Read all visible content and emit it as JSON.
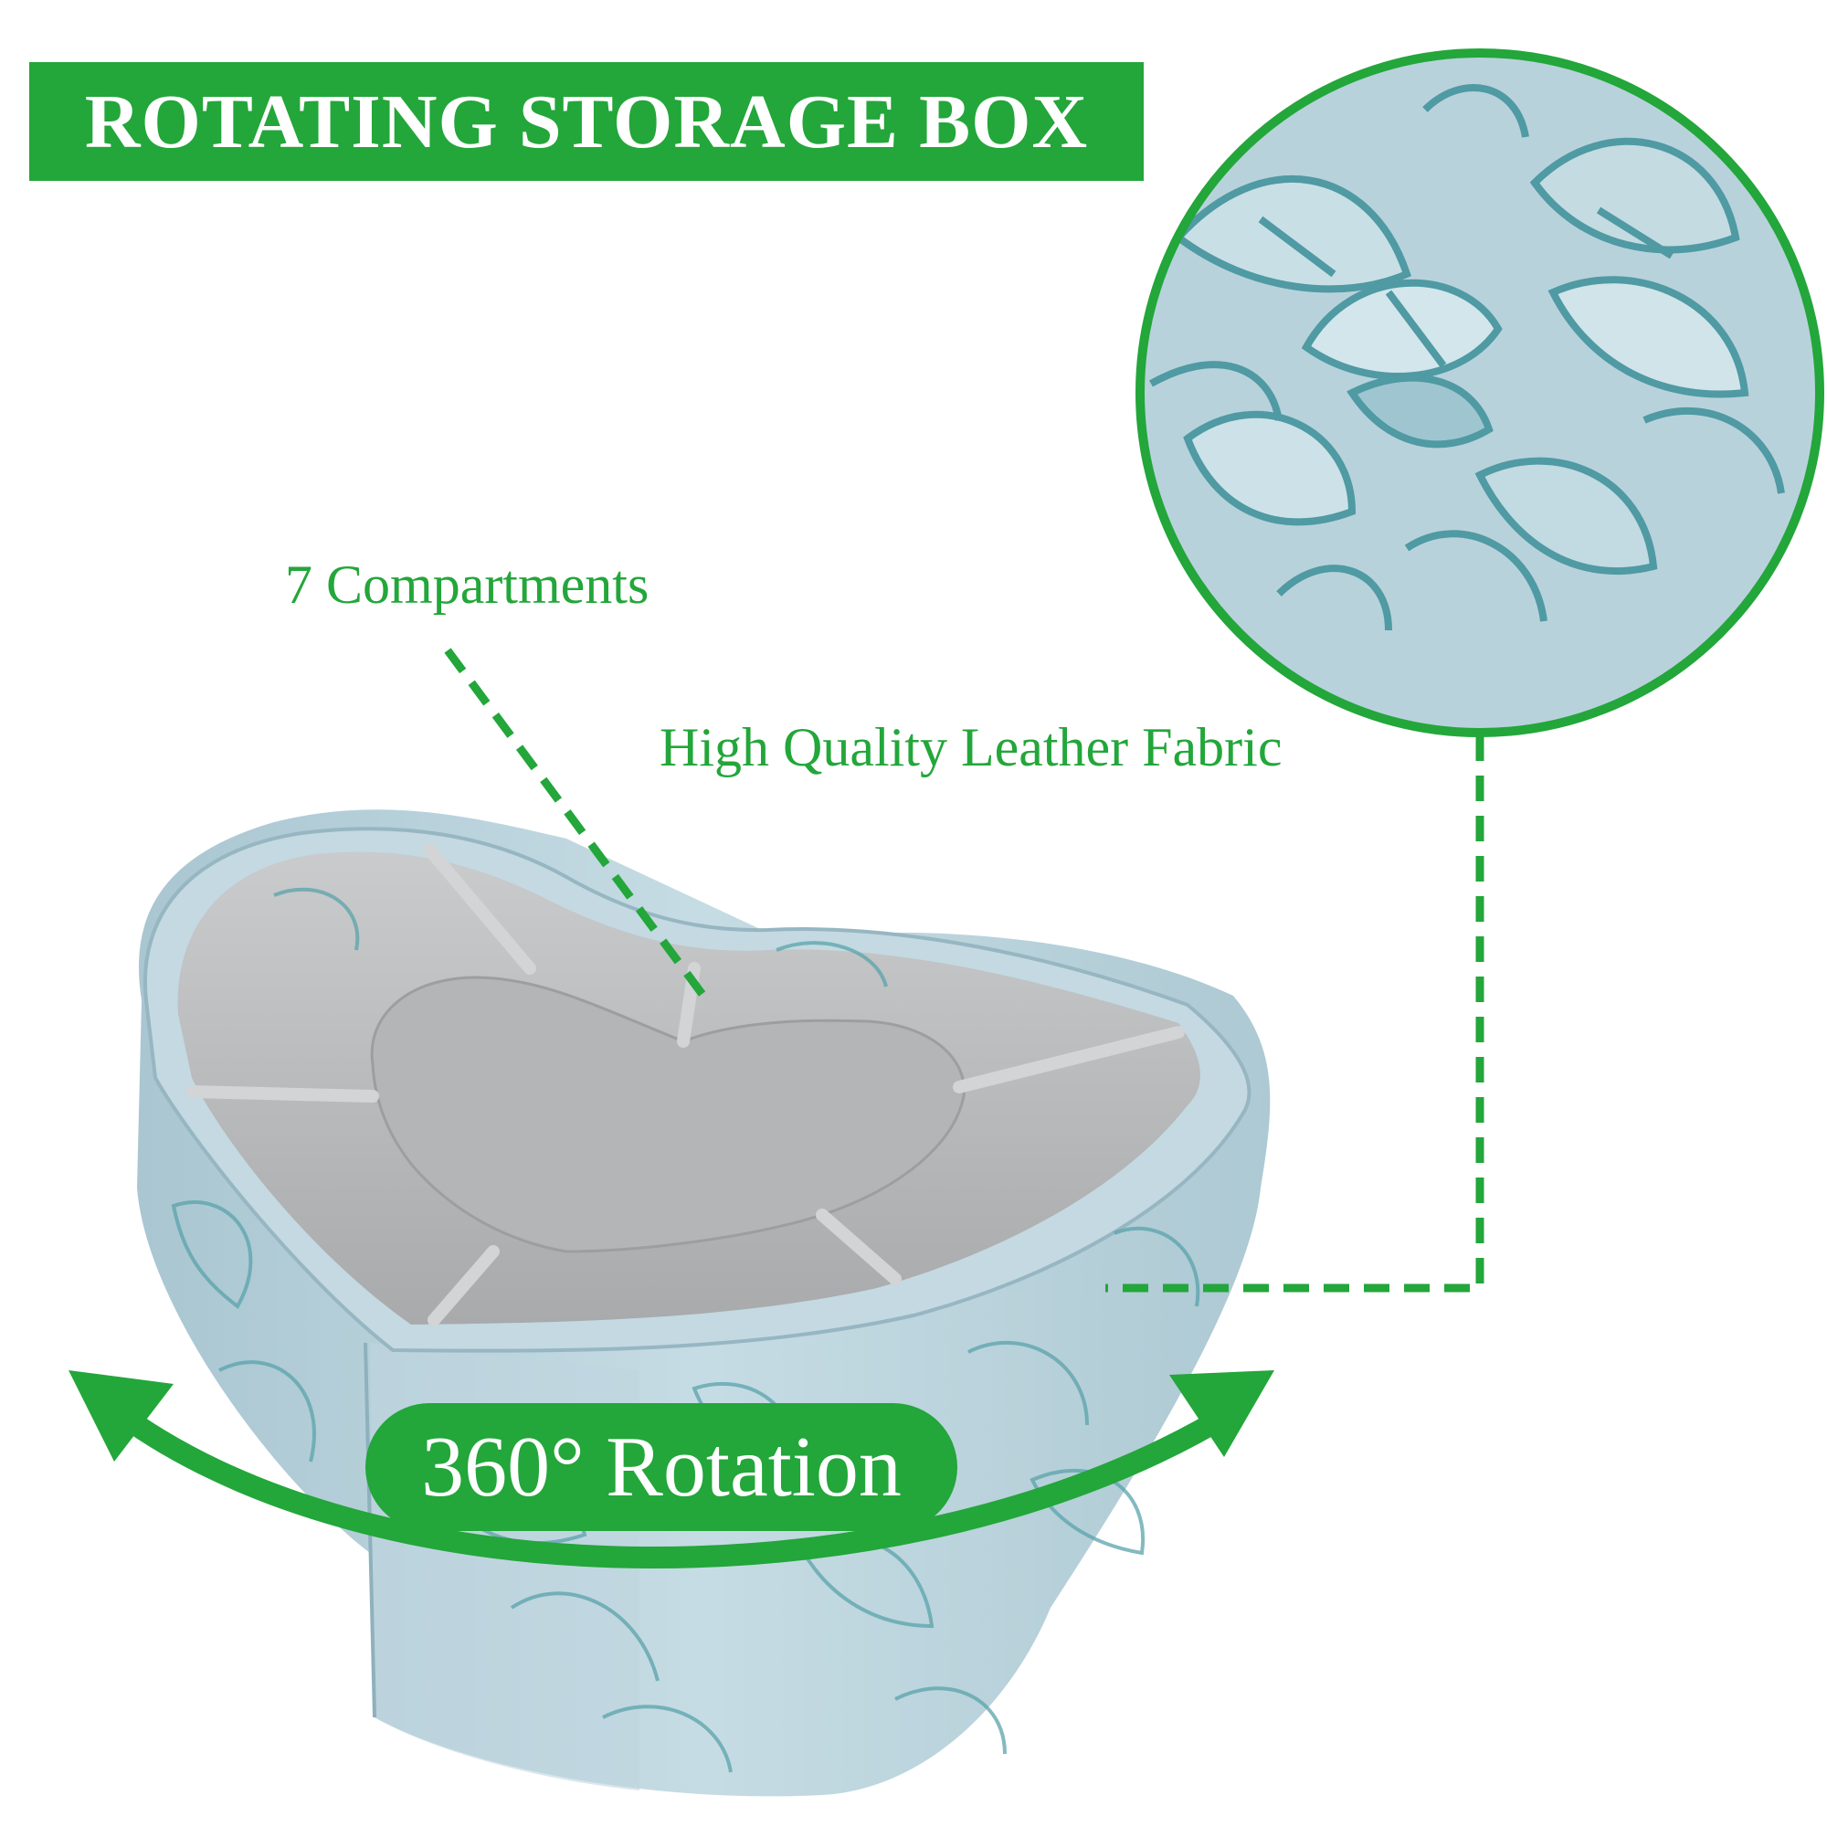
{
  "banner": {
    "title": "ROTATING STORAGE BOX"
  },
  "callouts": {
    "compartments": "7 Compartments",
    "leather": "High Quality Leather Fabric",
    "rotation": "360° Rotation"
  },
  "colors": {
    "accent_green": "#23a63a",
    "leather_blue": "#b4cfd9",
    "leather_emboss": "#5aa3ab",
    "insert_grey": "#b9bbbc",
    "white": "#ffffff"
  },
  "icons": {
    "rotation": "double-headed-curved-arrow-icon"
  }
}
